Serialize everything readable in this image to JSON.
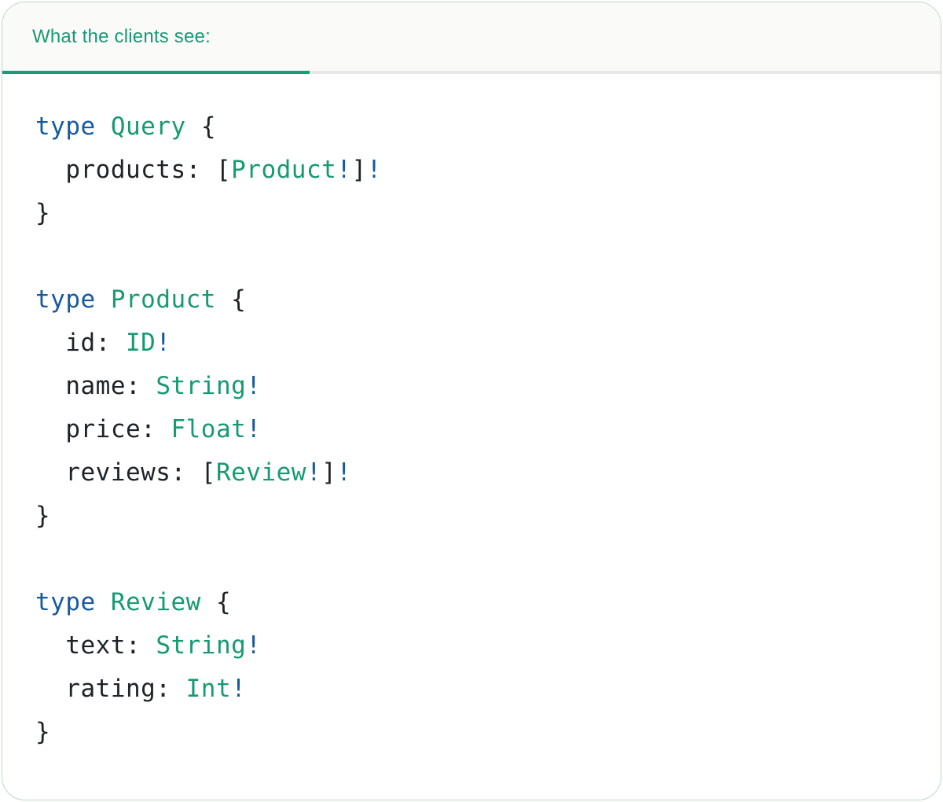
{
  "tab": {
    "label": "What the clients see:",
    "active": true
  },
  "colors": {
    "teal": "#179a73",
    "blue": "#175a9f",
    "dark": "#1f2327",
    "divider": "#e7e8e7",
    "headerbg": "#fafaf9",
    "border": "#bcd9c2",
    "underline": "#1a9b77"
  },
  "code": {
    "language": "graphql",
    "lines": [
      [
        {
          "t": "type",
          "c": "keyword"
        },
        {
          "t": " ",
          "c": "plain"
        },
        {
          "t": "Query",
          "c": "typename"
        },
        {
          "t": " {",
          "c": "plain"
        }
      ],
      [
        {
          "t": "  products: [",
          "c": "plain"
        },
        {
          "t": "Product",
          "c": "typename"
        },
        {
          "t": "!",
          "c": "bang"
        },
        {
          "t": "]",
          "c": "plain"
        },
        {
          "t": "!",
          "c": "bang"
        }
      ],
      [
        {
          "t": "}",
          "c": "plain"
        }
      ],
      [],
      [
        {
          "t": "type",
          "c": "keyword"
        },
        {
          "t": " ",
          "c": "plain"
        },
        {
          "t": "Product",
          "c": "typename"
        },
        {
          "t": " {",
          "c": "plain"
        }
      ],
      [
        {
          "t": "  id: ",
          "c": "plain"
        },
        {
          "t": "ID",
          "c": "typename"
        },
        {
          "t": "!",
          "c": "bang"
        }
      ],
      [
        {
          "t": "  name: ",
          "c": "plain"
        },
        {
          "t": "String",
          "c": "typename"
        },
        {
          "t": "!",
          "c": "bang"
        }
      ],
      [
        {
          "t": "  price: ",
          "c": "plain"
        },
        {
          "t": "Float",
          "c": "typename"
        },
        {
          "t": "!",
          "c": "bang"
        }
      ],
      [
        {
          "t": "  reviews: [",
          "c": "plain"
        },
        {
          "t": "Review",
          "c": "typename"
        },
        {
          "t": "!",
          "c": "bang"
        },
        {
          "t": "]",
          "c": "plain"
        },
        {
          "t": "!",
          "c": "bang"
        }
      ],
      [
        {
          "t": "}",
          "c": "plain"
        }
      ],
      [],
      [
        {
          "t": "type",
          "c": "keyword"
        },
        {
          "t": " ",
          "c": "plain"
        },
        {
          "t": "Review",
          "c": "typename"
        },
        {
          "t": " {",
          "c": "plain"
        }
      ],
      [
        {
          "t": "  text: ",
          "c": "plain"
        },
        {
          "t": "String",
          "c": "typename"
        },
        {
          "t": "!",
          "c": "bang"
        }
      ],
      [
        {
          "t": "  rating: ",
          "c": "plain"
        },
        {
          "t": "Int",
          "c": "typename"
        },
        {
          "t": "!",
          "c": "bang"
        }
      ],
      [
        {
          "t": "}",
          "c": "plain"
        }
      ]
    ]
  }
}
